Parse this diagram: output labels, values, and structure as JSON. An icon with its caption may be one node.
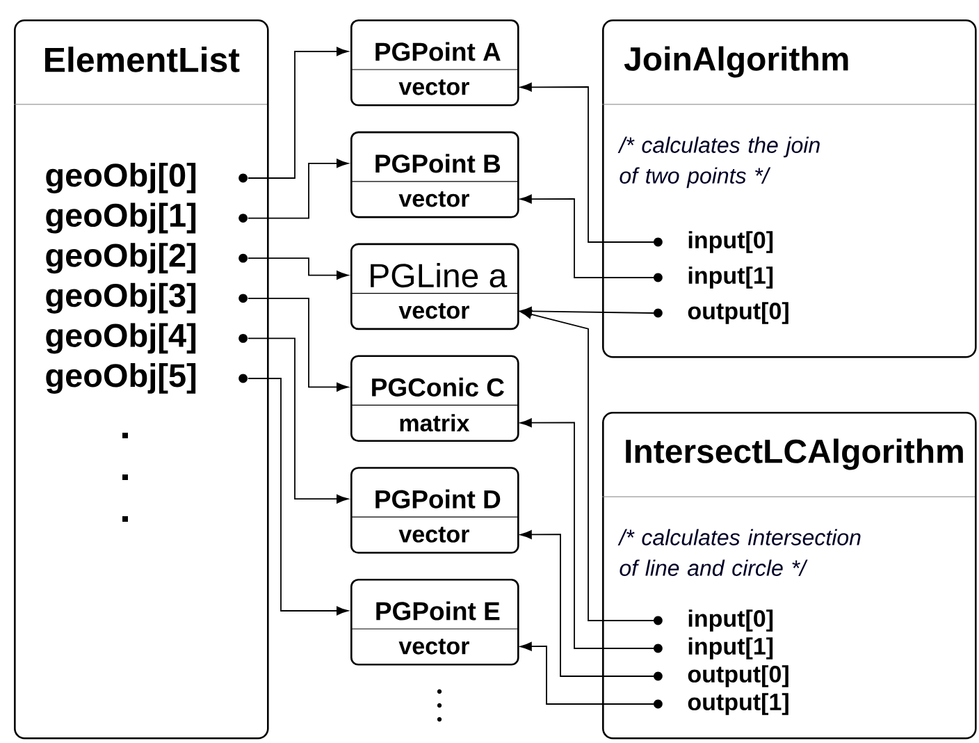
{
  "diagram": {
    "nodes": [
      {
        "text": [
          "ElementList"
        ]
      },
      {
        "text": [
          "geoObj[0]"
        ],
        "in": 0
      },
      {
        "text": [
          "geoObj[1]"
        ],
        "in": 0
      },
      {
        "text": [
          "geoObj[2]"
        ],
        "in": 0
      },
      {
        "text": [
          "geoObj[3]"
        ],
        "in": 0
      },
      {
        "text": [
          "geoObj[4]"
        ],
        "in": 0
      },
      {
        "text": [
          "geoObj[5]"
        ],
        "in": 0
      },
      {
        "text": [
          "PGPoint A"
        ]
      },
      {
        "text": [
          "vector"
        ],
        "in": 7
      },
      {
        "text": [
          "PGPoint B"
        ]
      },
      {
        "text": [
          "vector"
        ],
        "in": 9
      },
      {
        "text": [
          "PGLine a"
        ]
      },
      {
        "text": [
          "vector"
        ],
        "in": 11
      },
      {
        "text": [
          "PGConic C"
        ]
      },
      {
        "text": [
          "matrix"
        ],
        "in": 13
      },
      {
        "text": [
          "PGPoint D"
        ]
      },
      {
        "text": [
          "vector"
        ],
        "in": 15
      },
      {
        "text": [
          "PGPoint E"
        ]
      },
      {
        "text": [
          "vector"
        ],
        "in": 17
      },
      {
        "text": [
          "JoinAlgorithm",
          "/* calculates the join of two points */"
        ]
      },
      {
        "text": [
          "input[0]"
        ],
        "in": 19
      },
      {
        "text": [
          "input[1]"
        ],
        "in": 19
      },
      {
        "text": [
          "output[0]"
        ],
        "in": 19
      },
      {
        "text": [
          "IntersectLCAlgorithm",
          "/* calculates intersection of line and circle */"
        ]
      },
      {
        "text": [
          "input[0]"
        ],
        "in": 23
      },
      {
        "text": [
          "input[1]"
        ],
        "in": 23
      },
      {
        "text": [
          "output[0]"
        ],
        "in": 23
      },
      {
        "text": [
          "output[1]"
        ],
        "in": 23
      }
    ],
    "edges": [
      {
        "from": 1,
        "to": 7,
        "arrow": "to"
      },
      {
        "from": 2,
        "to": 9,
        "arrow": "to"
      },
      {
        "from": 3,
        "to": 11,
        "arrow": "to"
      },
      {
        "from": 4,
        "to": 13,
        "arrow": "to"
      },
      {
        "from": 5,
        "to": 15,
        "arrow": "to"
      },
      {
        "from": 6,
        "to": 17,
        "arrow": "to"
      },
      {
        "from": 20,
        "to": 8,
        "arrow": "to"
      },
      {
        "from": 21,
        "to": 10,
        "arrow": "to"
      },
      {
        "from": 22,
        "to": 12,
        "arrow": "to"
      },
      {
        "from": 24,
        "to": 12,
        "arrow": "to"
      },
      {
        "from": 25,
        "to": 14,
        "arrow": "to"
      },
      {
        "from": 26,
        "to": 16,
        "arrow": "to"
      },
      {
        "from": 27,
        "to": 18,
        "arrow": "to"
      }
    ]
  }
}
